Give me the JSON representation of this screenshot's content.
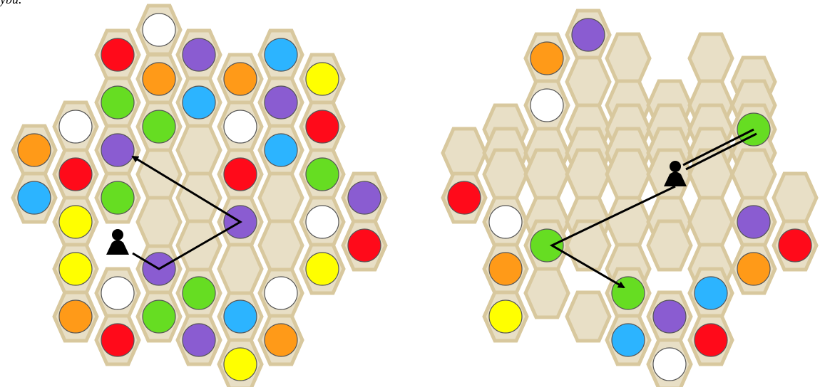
{
  "caption": "ybu.",
  "colors": {
    "board_fill": "#e8dfc6",
    "board_border": "#d8c89e",
    "move_line": "#000000",
    "red": "#ff0a1a",
    "orange": "#ff9a18",
    "yellow": "#ffff00",
    "green": "#66dd22",
    "blue": "#2cb4ff",
    "purple": "#8a5cd1",
    "white": "#ffffff"
  },
  "pieces": {
    "icon_name": "pawn-icon",
    "marker": "circle-stone"
  },
  "boards": [
    {
      "name": "left-board",
      "stones": [
        {
          "cell": "a1",
          "color": "white"
        },
        {
          "cell": "b1",
          "color": "red"
        },
        {
          "cell": "c1",
          "color": "purple"
        },
        {
          "cell": "d1",
          "color": "blue"
        },
        {
          "cell": "e1",
          "color": "orange"
        },
        {
          "cell": "f1",
          "color": "orange"
        },
        {
          "cell": "g1",
          "color": "yellow"
        },
        {
          "cell": "h1",
          "color": "green"
        },
        {
          "cell": "i1",
          "color": "blue"
        },
        {
          "cell": "j1",
          "color": "purple"
        },
        {
          "cell": "k1",
          "color": "white"
        },
        {
          "cell": "l1",
          "color": "green"
        },
        {
          "cell": "m1",
          "color": "white"
        },
        {
          "cell": "n1",
          "color": "red"
        },
        {
          "cell": "o1",
          "color": "orange"
        },
        {
          "cell": "p1",
          "color": "purple"
        },
        {
          "cell": "q1",
          "color": "blue"
        },
        {
          "cell": "r1",
          "color": "red"
        },
        {
          "cell": "s1",
          "color": "green"
        },
        {
          "cell": "t1",
          "color": "blue"
        },
        {
          "cell": "u1",
          "color": "green"
        },
        {
          "cell": "v1",
          "color": "purple"
        },
        {
          "cell": "w1",
          "color": "yellow"
        },
        {
          "cell": "x1",
          "color": "purple"
        },
        {
          "cell": "y1",
          "color": "white"
        },
        {
          "cell": "z1",
          "color": "red"
        },
        {
          "cell": "a2",
          "color": "yellow"
        },
        {
          "cell": "b2",
          "color": "purple"
        },
        {
          "cell": "c2",
          "color": "yellow"
        },
        {
          "cell": "d2",
          "color": "green"
        },
        {
          "cell": "e2",
          "color": "white"
        },
        {
          "cell": "f2",
          "color": "white"
        },
        {
          "cell": "g2",
          "color": "orange"
        },
        {
          "cell": "h2",
          "color": "green"
        },
        {
          "cell": "i2",
          "color": "blue"
        },
        {
          "cell": "j2",
          "color": "red"
        },
        {
          "cell": "k2",
          "color": "purple"
        },
        {
          "cell": "l2",
          "color": "orange"
        },
        {
          "cell": "m2",
          "color": "yellow"
        }
      ],
      "pawn": "present",
      "arrows": 1
    },
    {
      "name": "right-board",
      "stones": [
        {
          "cell": "a1",
          "color": "purple"
        },
        {
          "cell": "b1",
          "color": "orange"
        },
        {
          "cell": "c1",
          "color": "white"
        },
        {
          "cell": "d1",
          "color": "green"
        },
        {
          "cell": "e1",
          "color": "red"
        },
        {
          "cell": "f1",
          "color": "white"
        },
        {
          "cell": "g1",
          "color": "green"
        },
        {
          "cell": "h1",
          "color": "purple"
        },
        {
          "cell": "i1",
          "color": "red"
        },
        {
          "cell": "j1",
          "color": "orange"
        },
        {
          "cell": "k1",
          "color": "orange"
        },
        {
          "cell": "l1",
          "color": "green"
        },
        {
          "cell": "m1",
          "color": "blue"
        },
        {
          "cell": "n1",
          "color": "yellow"
        },
        {
          "cell": "o1",
          "color": "purple"
        },
        {
          "cell": "p1",
          "color": "red"
        },
        {
          "cell": "q1",
          "color": "blue"
        },
        {
          "cell": "r1",
          "color": "white"
        }
      ],
      "pawn": "present",
      "arrows": 1
    }
  ]
}
